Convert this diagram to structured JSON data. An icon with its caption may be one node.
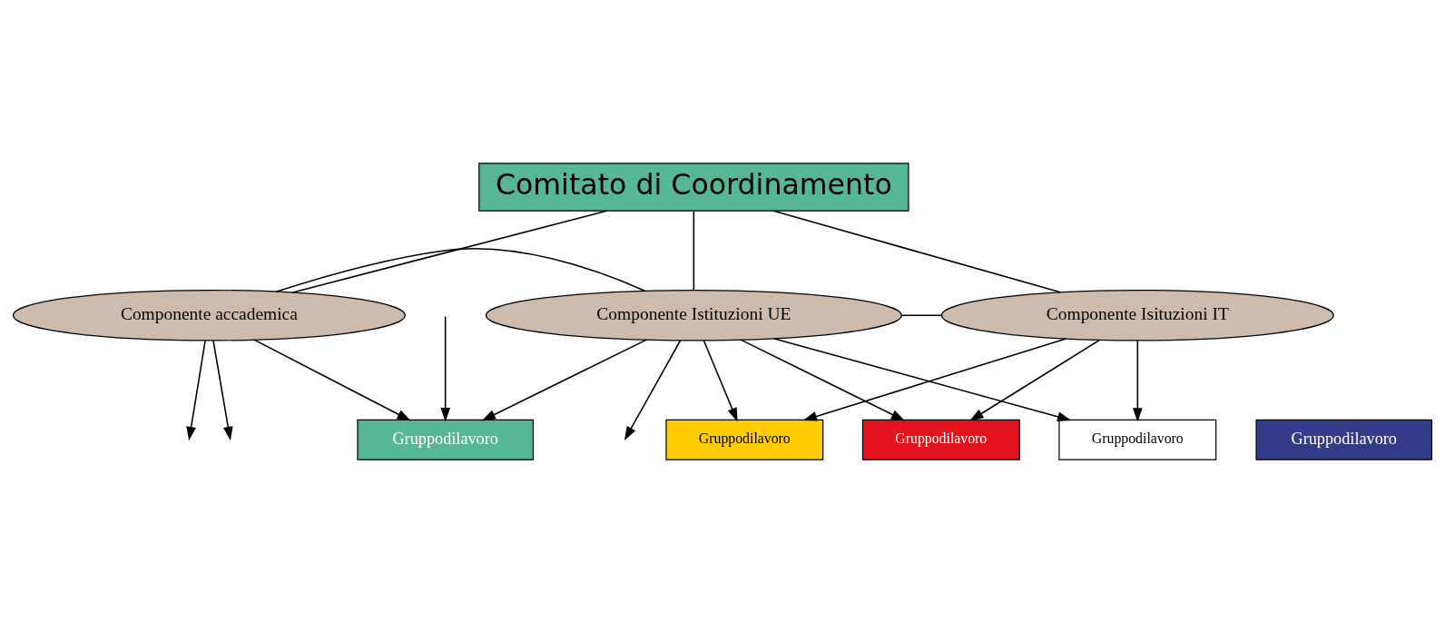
{
  "diagram": {
    "nodes": [
      {
        "text": [
          "Comitato di Coordinamento"
        ]
      },
      {
        "text": [
          "Componente accademica"
        ]
      },
      {
        "text": [
          "Componente Istituzioni UE"
        ]
      },
      {
        "text": [
          "Componente Isituzioni IT"
        ]
      },
      {
        "text": [
          "Gruppodilavoro"
        ]
      },
      {
        "text": [
          "Gruppodilavoro"
        ]
      },
      {
        "text": [
          "Gruppodilavoro"
        ]
      },
      {
        "text": [
          "Gruppodilavoro"
        ]
      },
      {
        "text": [
          "Gruppodilavoro"
        ]
      }
    ],
    "edges": [
      {
        "from": 0,
        "to": 1,
        "arrow": "none"
      },
      {
        "from": 0,
        "to": 2,
        "arrow": "none"
      },
      {
        "from": 0,
        "to": 3,
        "arrow": "none"
      },
      {
        "from": 1,
        "to": 2,
        "arrow": "none"
      },
      {
        "from": 2,
        "to": 3,
        "arrow": "none"
      },
      {
        "from": 1,
        "to": 4,
        "arrow": "to"
      },
      {
        "from": 1,
        "to": null,
        "arrow": "to"
      },
      {
        "from": 1,
        "to": null,
        "arrow": "to"
      },
      {
        "from": null,
        "to": 4,
        "arrow": "to"
      },
      {
        "from": 2,
        "to": 4,
        "arrow": "to"
      },
      {
        "from": 2,
        "to": null,
        "arrow": "to"
      },
      {
        "from": 2,
        "to": 6,
        "arrow": "to"
      },
      {
        "from": 2,
        "to": 7,
        "arrow": "to"
      },
      {
        "from": 2,
        "to": 8,
        "arrow": "to"
      },
      {
        "from": 3,
        "to": 6,
        "arrow": "to"
      },
      {
        "from": 3,
        "to": 7,
        "arrow": "to"
      },
      {
        "from": 3,
        "to": 8,
        "arrow": "to"
      }
    ]
  }
}
